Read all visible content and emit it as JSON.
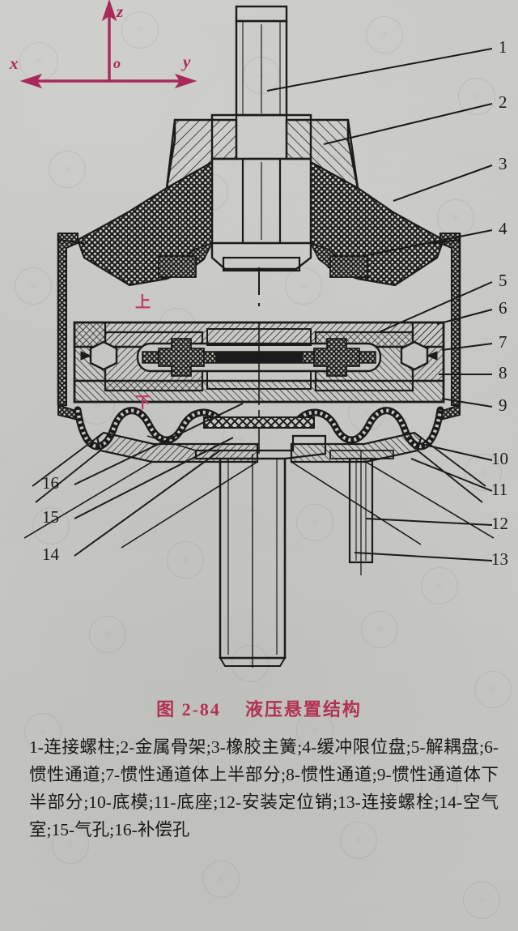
{
  "figure": {
    "title": "图 2-84    液压悬置结构",
    "legend": "1-连接螺柱;2-金属骨架;3-橡胶主簧;4-缓冲限位盘;5-解耦盘;6-惯性通道;7-惯性通道体上半部分;8-惯性通道;9-惯性通道体下半部分;10-底模;11-底座;12-安装定位销;13-连接螺栓;14-空气室;15-气孔;16-补偿孔",
    "title_color": "#b23252",
    "paper_color": "#c6c6c3",
    "ink_color": "#1b1b1b"
  },
  "axes": {
    "color": "#a8295a",
    "z_label": "z",
    "x_label": "x",
    "y_label": "y",
    "origin_label": "o"
  },
  "region_labels": {
    "color": "#c2386a",
    "upper": "上",
    "lower": "下"
  },
  "callouts": {
    "right": [
      {
        "n": "1"
      },
      {
        "n": "2"
      },
      {
        "n": "3"
      },
      {
        "n": "4"
      },
      {
        "n": "5"
      },
      {
        "n": "6"
      },
      {
        "n": "7"
      },
      {
        "n": "8"
      },
      {
        "n": "9"
      },
      {
        "n": "10"
      },
      {
        "n": "11"
      },
      {
        "n": "12"
      },
      {
        "n": "13"
      }
    ],
    "left": [
      {
        "n": "16"
      },
      {
        "n": "15"
      },
      {
        "n": "14"
      }
    ]
  },
  "parts": [
    {
      "n": "1",
      "name": "连接螺柱"
    },
    {
      "n": "2",
      "name": "金属骨架"
    },
    {
      "n": "3",
      "name": "橡胶主簧"
    },
    {
      "n": "4",
      "name": "缓冲限位盘"
    },
    {
      "n": "5",
      "name": "解耦盘"
    },
    {
      "n": "6",
      "name": "惯性通道"
    },
    {
      "n": "7",
      "name": "惯性通道体上半部分"
    },
    {
      "n": "8",
      "name": "惯性通道"
    },
    {
      "n": "9",
      "name": "惯性通道体下半部分"
    },
    {
      "n": "10",
      "name": "底模"
    },
    {
      "n": "11",
      "name": "底座"
    },
    {
      "n": "12",
      "name": "安装定位销"
    },
    {
      "n": "13",
      "name": "连接螺栓"
    },
    {
      "n": "14",
      "name": "空气室"
    },
    {
      "n": "15",
      "name": "气孔"
    },
    {
      "n": "16",
      "name": "补偿孔"
    }
  ]
}
